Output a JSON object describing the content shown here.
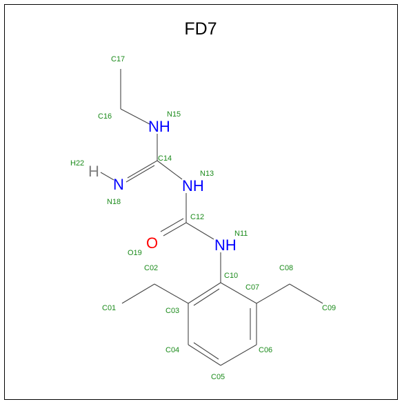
{
  "title": "FD7",
  "colors": {
    "label": "#1a8a1a",
    "nitrogen": "#0000ff",
    "oxygen": "#ff0000",
    "hydrogen": "#808080",
    "bond": "#444444"
  },
  "atom_labels": {
    "C17": "C17",
    "C16": "C16",
    "N15": "N15",
    "C14": "C14",
    "H22": "H22",
    "N13": "N13",
    "N18": "N18",
    "C12": "C12",
    "N11": "N11",
    "O19": "O19",
    "C02": "C02",
    "C08": "C08",
    "C10": "C10",
    "C07": "C07",
    "C01": "C01",
    "C03": "C03",
    "C09": "C09",
    "C04": "C04",
    "C06": "C06",
    "C05": "C05"
  },
  "atom_symbols": {
    "NH_a": "NH",
    "NH_b": "NH",
    "NH_c": "NH",
    "N": "N",
    "H": "H",
    "O": "O"
  }
}
